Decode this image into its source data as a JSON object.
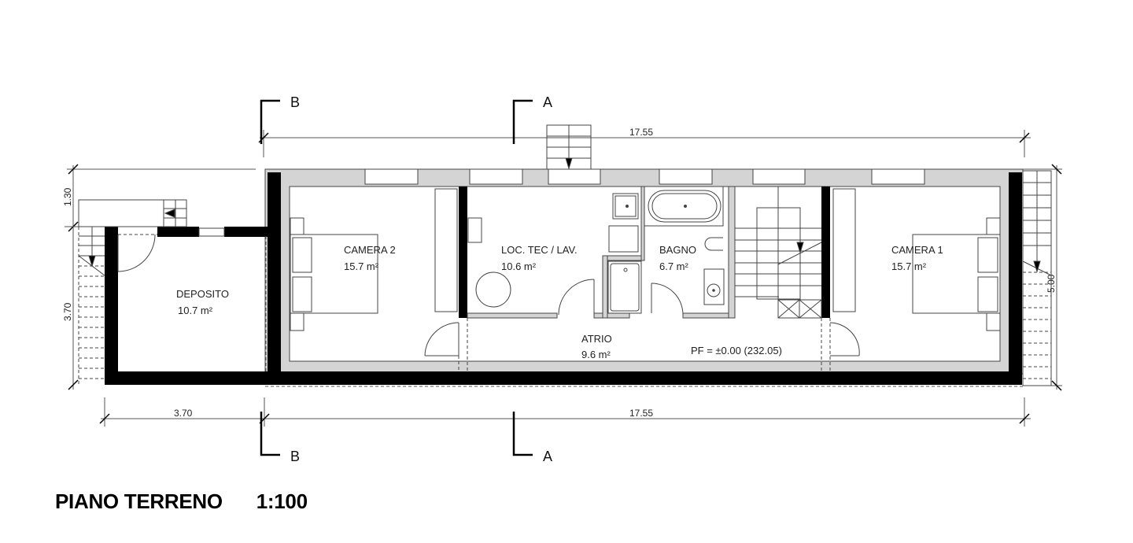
{
  "drawing": {
    "title": "PIANO TERRENO",
    "scale": "1:100",
    "floor_level": "PF = ±0.00 (232.05)"
  },
  "rooms": [
    {
      "name": "DEPOSITO",
      "area": "10.7 m²"
    },
    {
      "name": "CAMERA 2",
      "area": "15.7 m²"
    },
    {
      "name": "LOC. TEC / LAV.",
      "area": "10.6 m²"
    },
    {
      "name": "BAGNO",
      "area": "6.7 m²"
    },
    {
      "name": "CAMERA 1",
      "area": "15.7 m²"
    },
    {
      "name": "ATRIO",
      "area": "9.6 m²"
    }
  ],
  "dimensions": {
    "top_length": "17.55",
    "bottom_length": "17.55",
    "bottom_deposito": "3.70",
    "left_upper": "1.30",
    "left_lower": "3.70",
    "right_depth": "5.00"
  },
  "sections": {
    "top_b": "B",
    "top_a": "A",
    "bottom_b": "B",
    "bottom_a": "A"
  },
  "colors": {
    "wall": "#000000",
    "insulation": "#d4d4d4",
    "line": "#333333"
  }
}
